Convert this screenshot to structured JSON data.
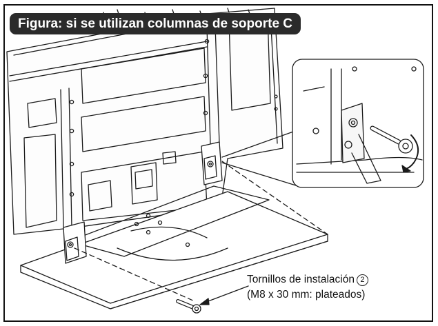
{
  "figure": {
    "title": "Figura: si se utilizan columnas de soporte C",
    "callout": {
      "line1": "Tornillos de instalación",
      "number": "2",
      "line2": "(M8 x 30 mm: plateados)"
    }
  },
  "colors": {
    "line": "#1a1a1a",
    "title_background": "#2b2b2b",
    "title_text": "#ffffff"
  },
  "icons": [
    "installation-screw-icon",
    "rotation-arrow-icon"
  ]
}
